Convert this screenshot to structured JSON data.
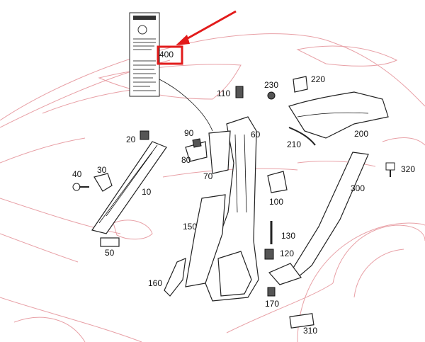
{
  "accent_color": "#e21b1b",
  "callouts": {
    "p10": "10",
    "p20": "20",
    "p30": "30",
    "p40": "40",
    "p50": "50",
    "p60": "60",
    "p70": "70",
    "p80": "80",
    "p90": "90",
    "p100": "100",
    "p110": "110",
    "p120": "120",
    "p130": "130",
    "p150": "150",
    "p160": "160",
    "p170": "170",
    "p200": "200",
    "p210": "210",
    "p220": "220",
    "p230": "230",
    "p300": "300",
    "p310": "310",
    "p320": "320",
    "p400": "400"
  },
  "icons": {
    "arrow": "red-arrow-pointer",
    "highlight": "red-highlight-box",
    "label": "warning-label-sticker"
  }
}
